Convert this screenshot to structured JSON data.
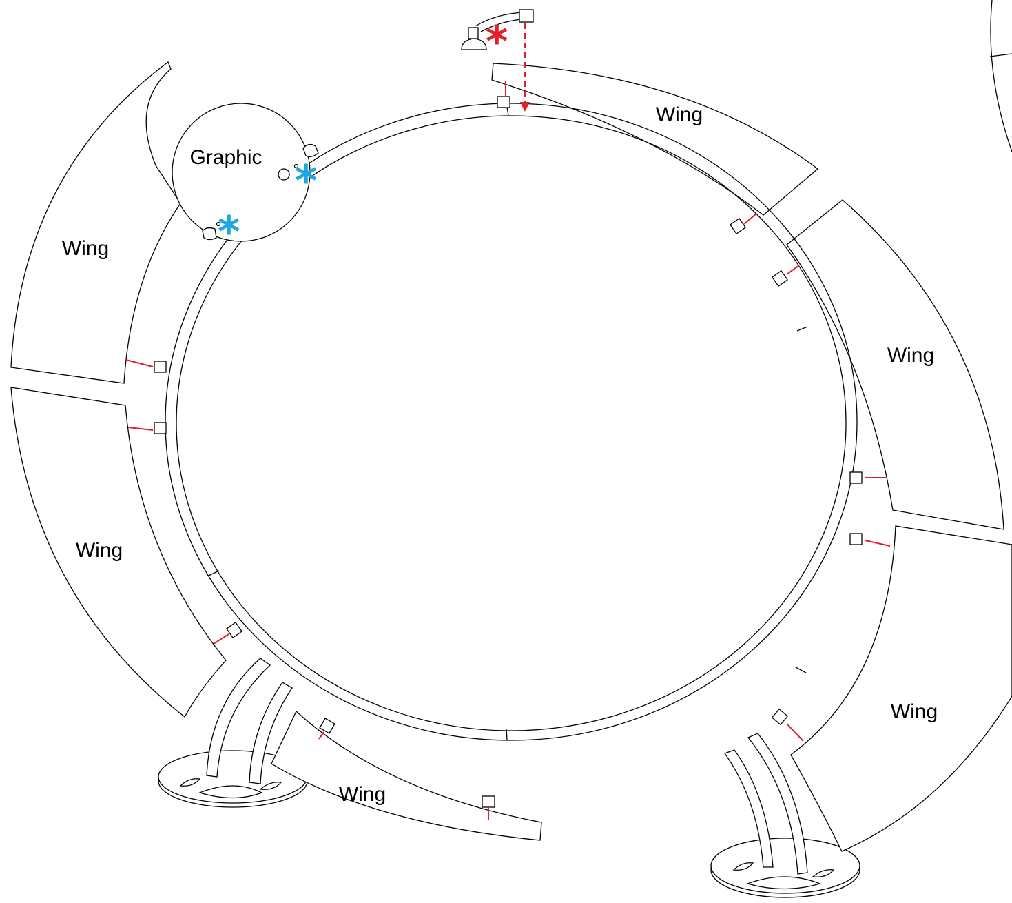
{
  "labels": {
    "graphic": "Graphic",
    "wing_top_right": "Wing",
    "wing_upper_left": "Wing",
    "wing_right_mid": "Wing",
    "wing_left_mid": "Wing",
    "wing_right_low": "Wing",
    "wing_bottom": "Wing"
  },
  "markers": {
    "red_star": "*",
    "blue_star": "*"
  },
  "colors": {
    "line": "#000000",
    "connector_red": "#e2202a",
    "star_red": "#e2202a",
    "star_blue": "#1fa8e0"
  }
}
